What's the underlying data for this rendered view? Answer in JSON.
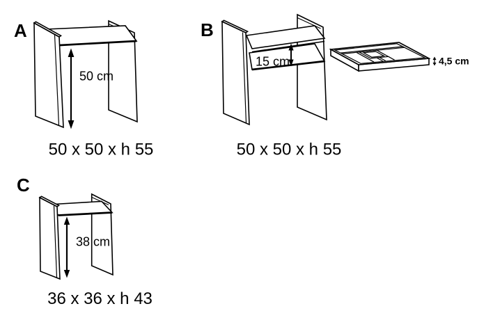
{
  "figures": {
    "a": {
      "letter": "A",
      "dimension_label": "50 cm",
      "caption": "50 x 50 x h 55"
    },
    "b": {
      "letter": "B",
      "dimension_label": "15 cm",
      "caption": "50 x 50 x h 55",
      "tray_height_label": "4,5 cm"
    },
    "c": {
      "letter": "C",
      "dimension_label": "38 cm",
      "caption": "36 x 36 x h 43"
    }
  },
  "colors": {
    "line": "#000000",
    "background": "#ffffff"
  }
}
